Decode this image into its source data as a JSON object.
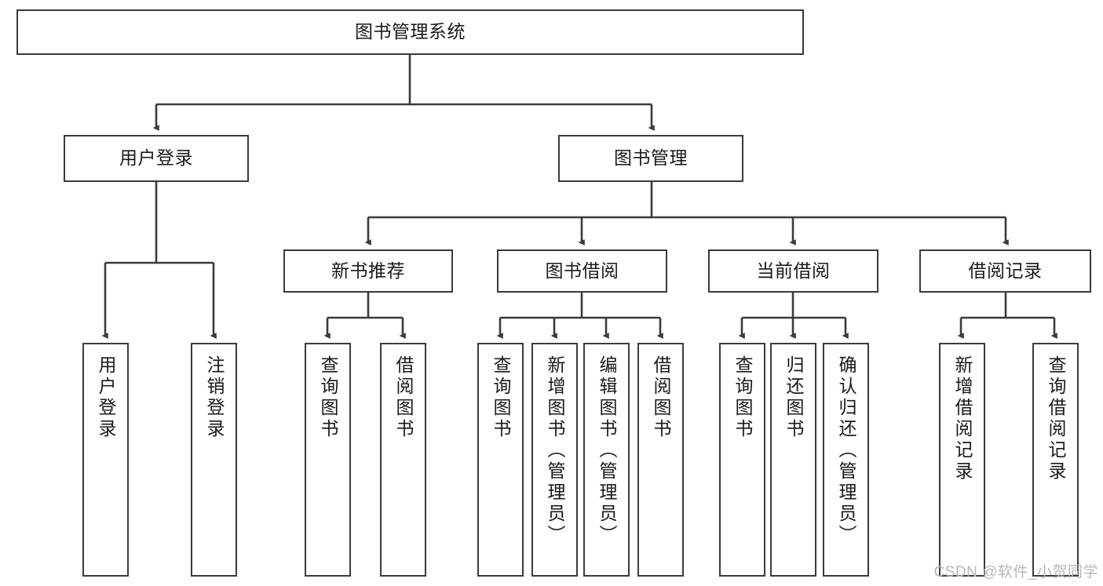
{
  "diagram": {
    "title": "图书管理系统",
    "watermark": "CSDN @软件_小贺同学",
    "colors": {
      "border": "#3b3b3b",
      "background": "#ffffff",
      "text": "#1a1a1a",
      "edge": "#3b3b3b",
      "watermark": "#b9b9b9"
    },
    "nodes": {
      "root": {
        "label": "图书管理系统"
      },
      "level2": [
        {
          "label": "用户登录"
        },
        {
          "label": "图书管理"
        }
      ],
      "level3": [
        {
          "label": "新书推荐"
        },
        {
          "label": "图书借阅"
        },
        {
          "label": "当前借阅"
        },
        {
          "label": "借阅记录"
        }
      ],
      "leaves": {
        "user_login": [
          {
            "label": "用户登录"
          },
          {
            "label": "注销登录"
          }
        ],
        "new_book_recommend": [
          {
            "label": "查询图书"
          },
          {
            "label": "借阅图书"
          }
        ],
        "book_borrow": [
          {
            "label": "查询图书"
          },
          {
            "label": "新增图书（管理员）"
          },
          {
            "label": "编辑图书（管理员）"
          },
          {
            "label": "借阅图书"
          }
        ],
        "current_borrow": [
          {
            "label": "查询图书"
          },
          {
            "label": "归还图书"
          },
          {
            "label": "确认归还（管理员）"
          }
        ],
        "borrow_record": [
          {
            "label": "新增借阅记录"
          },
          {
            "label": "查询借阅记录"
          }
        ]
      }
    }
  }
}
